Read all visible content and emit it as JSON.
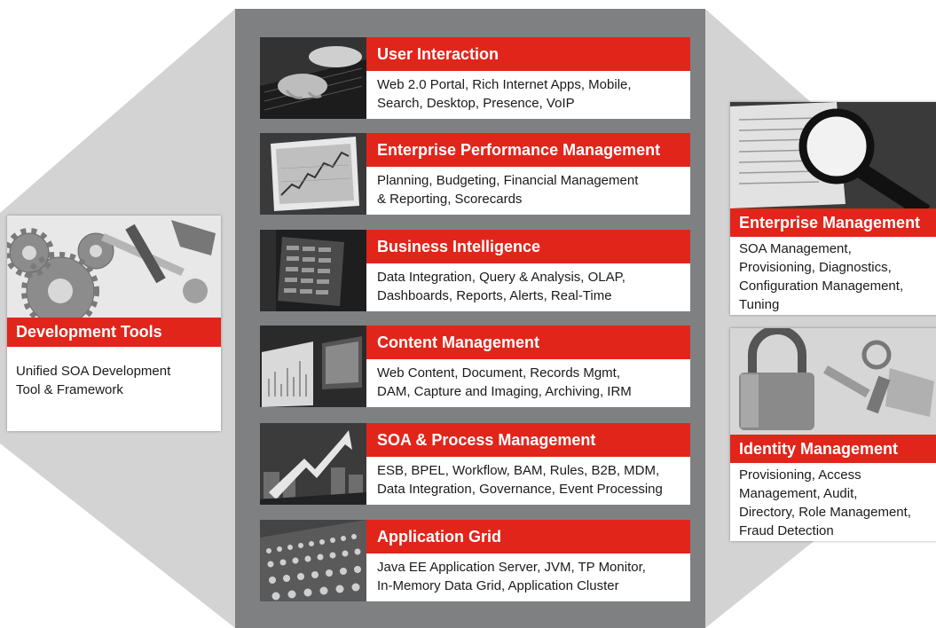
{
  "colors": {
    "accent_red": "#e1251b",
    "hex_gray": "#d3d3d3",
    "center_gray": "#7f8082"
  },
  "center": {
    "rows": [
      {
        "title": "User Interaction",
        "lines": [
          "Web 2.0 Portal, Rich Internet Apps, Mobile,",
          "Search, Desktop, Presence, VoIP"
        ],
        "image": "hands-typing-keyboard-photo"
      },
      {
        "title": "Enterprise Performance Management",
        "lines": [
          "Planning, Budgeting, Financial Management",
          "& Reporting, Scorecards"
        ],
        "image": "line-chart-monitor-photo"
      },
      {
        "title": "Business Intelligence",
        "lines": [
          "Data Integration, Query & Analysis, OLAP,",
          "Dashboards, Reports, Alerts, Real-Time"
        ],
        "image": "data-grid-screens-photo"
      },
      {
        "title": "Content Management",
        "lines": [
          "Web Content, Document, Records Mgmt,",
          "DAM, Capture and Imaging, Archiving, IRM"
        ],
        "image": "monitors-charts-photo"
      },
      {
        "title": "SOA & Process Management",
        "lines": [
          "ESB, BPEL, Workflow, BAM, Rules, B2B, MDM,",
          "Data Integration, Governance, Event Processing"
        ],
        "image": "rising-arrow-buildings-photo"
      },
      {
        "title": "Application Grid",
        "lines": [
          "Java EE Application Server, JVM, TP Monitor,",
          "In-Memory Data Grid, Application Cluster"
        ],
        "image": "server-grid-pins-photo"
      }
    ]
  },
  "left": {
    "title": "Development Tools",
    "lines": [
      "Unified SOA Development",
      "Tool & Framework"
    ],
    "image": "gears-wrench-hammer-photo"
  },
  "right": [
    {
      "title": "Enterprise Management",
      "lines": [
        "SOA Management,",
        "Provisioning, Diagnostics,",
        "Configuration Management,",
        "Tuning"
      ],
      "image": "magnifying-glass-screen-photo"
    },
    {
      "title": "Identity Management",
      "lines": [
        "Provisioning, Access",
        "Management, Audit,",
        "Directory, Role Management,",
        "Fraud Detection"
      ],
      "image": "padlock-keys-photo"
    }
  ]
}
